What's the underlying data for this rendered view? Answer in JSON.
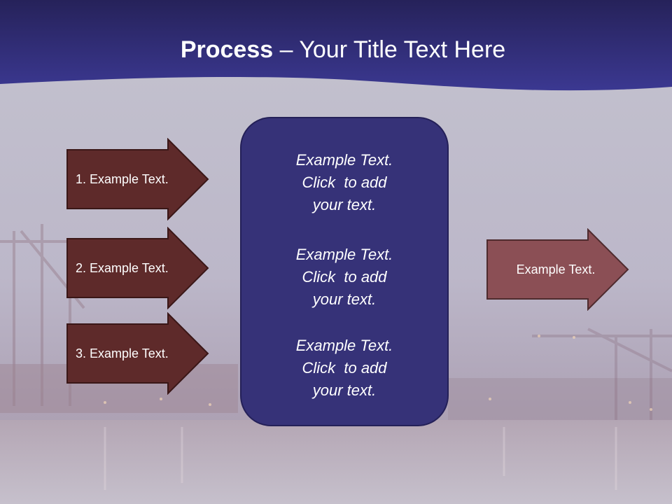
{
  "title": {
    "bold": "Process",
    "rest": " – Your Title Text Here"
  },
  "steps": [
    {
      "label": "1. Example Text."
    },
    {
      "label": "2. Example Text."
    },
    {
      "label": "3. Example Text."
    }
  ],
  "center_box": {
    "blocks": [
      {
        "lines": [
          "Example Text.",
          "Click  to add",
          "your text."
        ]
      },
      {
        "lines": [
          "Example Text.",
          "Click  to add",
          "your text."
        ]
      },
      {
        "lines": [
          "Example Text.",
          "Click  to add",
          "your text."
        ]
      }
    ]
  },
  "result": {
    "label": "Example Text."
  },
  "colors": {
    "header": "#3a3689",
    "step_arrow": "#5e2a2a",
    "result_arrow": "#8b4f55",
    "center_box": "#363278"
  }
}
